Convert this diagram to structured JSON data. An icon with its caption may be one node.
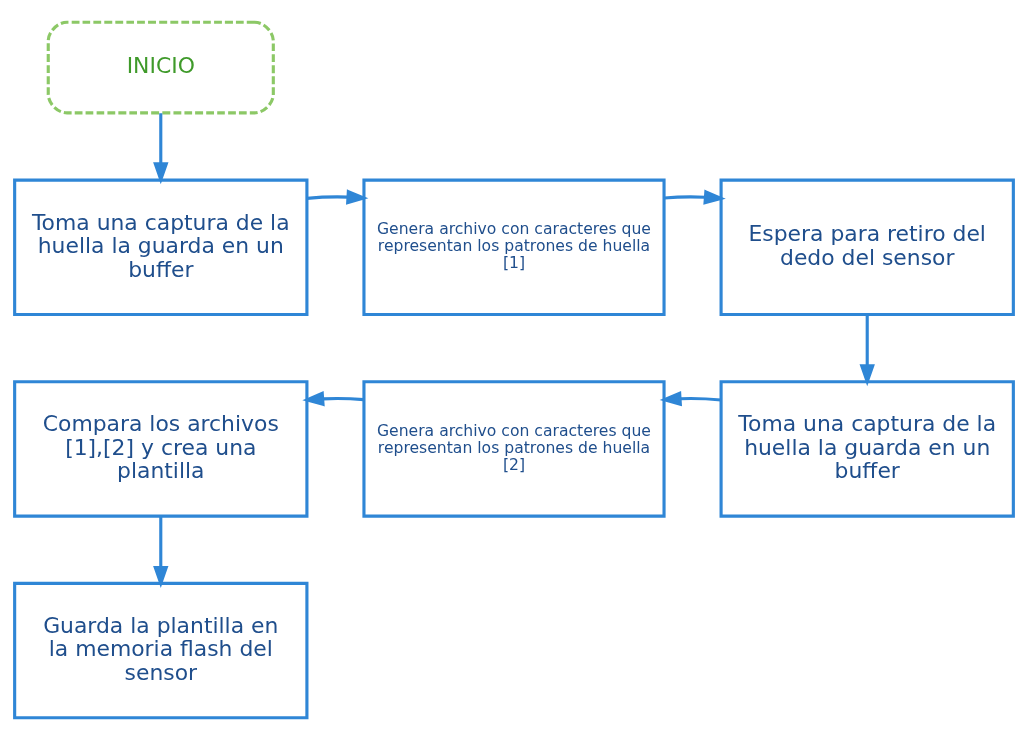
{
  "diagram": {
    "nodes": [
      {
        "text": [
          "INICIO"
        ]
      },
      {
        "text": [
          "Toma una captura de la huella la guarda en un buffer"
        ]
      },
      {
        "text": [
          "Genera archivo con caracteres que representan los patrones de huella [1]"
        ]
      },
      {
        "text": [
          "Espera para retiro del dedo del sensor"
        ]
      },
      {
        "text": [
          "Toma una captura de la huella la guarda en un buffer"
        ]
      },
      {
        "text": [
          "Genera archivo con caracteres que representan los patrones de huella [2]"
        ]
      },
      {
        "text": [
          "Compara los archivos [1],[2] y crea una plantilla"
        ]
      },
      {
        "text": [
          "Guarda la plantilla en la memoria flash del sensor"
        ]
      }
    ],
    "edges": [
      {
        "from": 0,
        "to": 1,
        "arrow": "to"
      },
      {
        "from": 1,
        "to": 2,
        "arrow": "to"
      },
      {
        "from": 2,
        "to": 3,
        "arrow": "to"
      },
      {
        "from": 3,
        "to": 4,
        "arrow": "to"
      },
      {
        "from": 4,
        "to": 5,
        "arrow": "to"
      },
      {
        "from": 5,
        "to": 6,
        "arrow": "to"
      },
      {
        "from": 6,
        "to": 7,
        "arrow": "to"
      }
    ]
  }
}
